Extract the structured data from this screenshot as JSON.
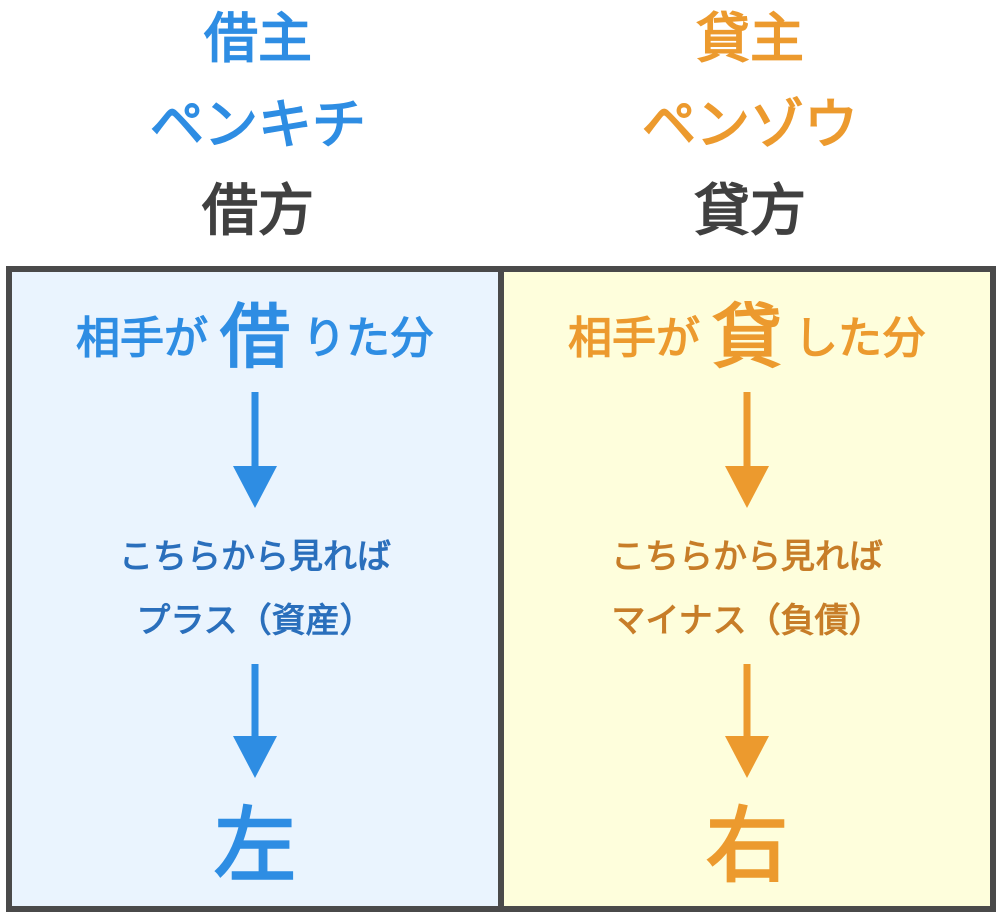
{
  "left": {
    "party": "借主",
    "character": "ペンキチ",
    "side": "借方",
    "statement_prefix": "相手が",
    "statement_kanji": "借",
    "statement_suffix": "りた分",
    "perspective": "こちらから見れば",
    "result_desc": "プラス（資産）",
    "result": "左",
    "accent_color": "#2e8de3",
    "bg_color": "#eaf4fe"
  },
  "right": {
    "party": "貸主",
    "character": "ペンゾウ",
    "side": "貸方",
    "statement_prefix": "相手が",
    "statement_kanji": "貸",
    "statement_suffix": "した分",
    "perspective": "こちらから見れば",
    "result_desc": "マイナス（負債）",
    "result": "右",
    "accent_color": "#ec9a2e",
    "bg_color": "#fefedc"
  }
}
